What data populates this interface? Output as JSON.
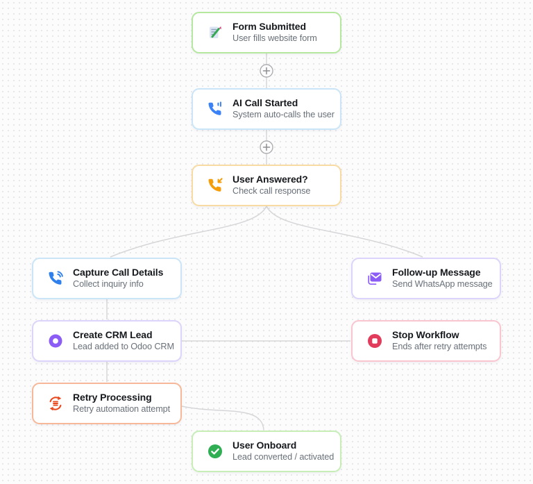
{
  "canvas": {
    "background": "#fcfcfd",
    "dot_grid_color": "#e7e7ea",
    "connector_color": "#d6d6d8",
    "add_button_icon": "plus-circle-icon"
  },
  "diagram": {
    "nodes": [
      {
        "title": "Form Submitted",
        "subtitle": "User fills website form",
        "icon": "form-pencil-icon",
        "accent": "#34a853",
        "border": "#b5e79e"
      },
      {
        "title": "AI Call Started",
        "subtitle": "System auto-calls the user",
        "icon": "phone-volume-icon",
        "accent": "#3b82f6",
        "border": "#c9e5f7"
      },
      {
        "title": "User Answered?",
        "subtitle": "Check call response",
        "icon": "phone-incoming-icon",
        "accent": "#f59e0b",
        "border": "#f8dba2"
      },
      {
        "title": "Capture Call Details",
        "subtitle": "Collect inquiry info",
        "icon": "phone-call-icon",
        "accent": "#2f80ed",
        "border": "#c9e5f7"
      },
      {
        "title": "Follow-up Message",
        "subtitle": "Send WhatsApp message",
        "icon": "mail-stack-icon",
        "accent": "#8b5cf6",
        "border": "#dcd4fb"
      },
      {
        "title": "Create CRM Lead",
        "subtitle": "Lead added to Odoo CRM",
        "icon": "record-circle-icon",
        "accent": "#8b5cf6",
        "border": "#dcd4fb"
      },
      {
        "title": "Stop Workflow",
        "subtitle": "Ends after retry attempts",
        "icon": "stop-circle-icon",
        "accent": "#e23c5c",
        "border": "#f9c6d0"
      },
      {
        "title": "Retry Processing",
        "subtitle": "Retry automation attempt",
        "icon": "retry-cycle-icon",
        "accent": "#e8491f",
        "border": "#f6b899"
      },
      {
        "title": "User Onboard",
        "subtitle": "Lead converted / activated",
        "icon": "check-circle-icon",
        "accent": "#2fae54",
        "border": "#c6eeb6"
      }
    ]
  }
}
